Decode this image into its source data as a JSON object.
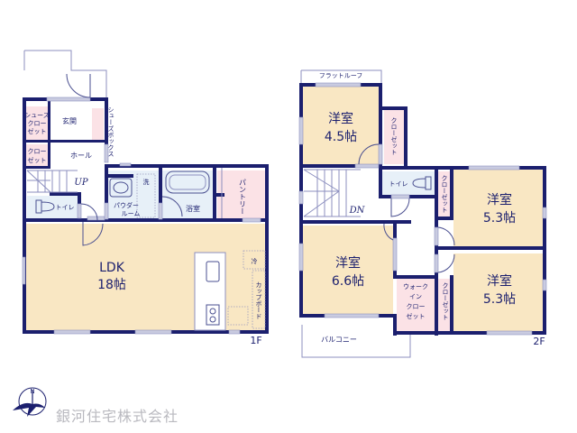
{
  "floor1": {
    "label": "1F",
    "rooms": {
      "shoes_closet": [
        "シューズ",
        "クロー",
        "ゼット"
      ],
      "entrance": "玄関",
      "shoes_box": "シューズボックス",
      "closet": [
        "クロー",
        "ゼット"
      ],
      "hall": "ホール",
      "stairs_up": "UP",
      "toilet": "トイレ",
      "powder_room": [
        "パウダー",
        "ルーム"
      ],
      "washer": "洗",
      "bathroom": "浴室",
      "pantry": "パントリー",
      "ldk": {
        "name": "LDK",
        "size": "18帖"
      },
      "fridge": "冷",
      "cupboard": "カップボード"
    }
  },
  "floor2": {
    "label": "2F",
    "rooms": {
      "flat_roof": "フラットルーフ",
      "western1": {
        "name": "洋室",
        "size": "4.5帖"
      },
      "closet1": "クローゼット",
      "stairs_down": "DN",
      "toilet": "トイレ",
      "closet2": "クローゼット",
      "western2": {
        "name": "洋室",
        "size": "5.3帖"
      },
      "western3": {
        "name": "洋室",
        "size": "6.6帖"
      },
      "walk_in_closet": [
        "ウォーク",
        "イン",
        "クロー",
        "ゼット"
      ],
      "closet3": "クローゼット",
      "western4": {
        "name": "洋室",
        "size": "5.3帖"
      },
      "balcony": "バルコニー"
    }
  },
  "compass": {
    "north": "N",
    "icon": "compass-crane-icon"
  },
  "company": {
    "name": "銀河住宅株式会社"
  },
  "colors": {
    "wall": "#1b1f6e",
    "wood_floor": "#f9e7c3",
    "wet_area": "#e7f0f8",
    "storage": "#fbe2e6",
    "company_text": "#b9b9bf"
  }
}
